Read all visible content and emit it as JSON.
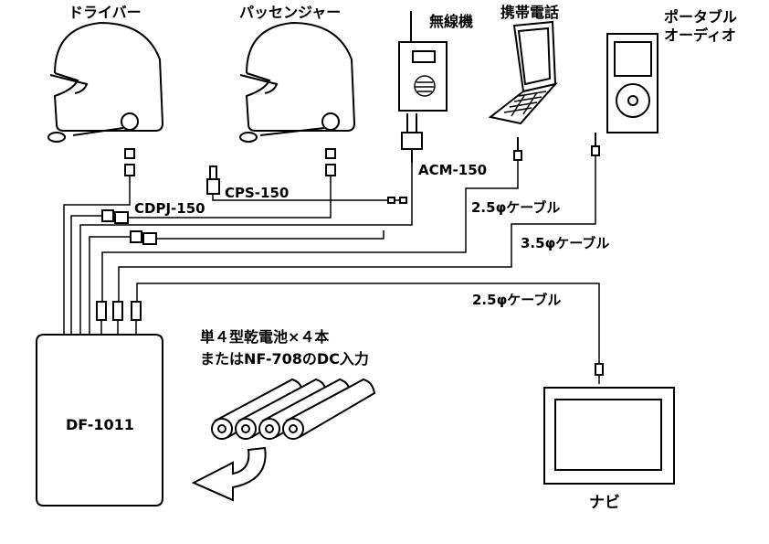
{
  "labels": {
    "driver": "ドライバー",
    "passenger": "パッセンジャー",
    "radio": "無線機",
    "phone": "携帯電話",
    "audio_line1": "ポータブル",
    "audio_line2": "オーディオ",
    "acm": "ACM-150",
    "cps": "CPS-150",
    "cdpj": "CDPJ-150",
    "cable_25_top": "2.5φケーブル",
    "cable_35": "3.5φケーブル",
    "cable_25_bottom": "2.5φケーブル",
    "battery_line1": "単４型乾電池×４本",
    "battery_line2": "またはNF-708のDC入力",
    "unit": "DF-1011",
    "navi": "ナビ"
  }
}
